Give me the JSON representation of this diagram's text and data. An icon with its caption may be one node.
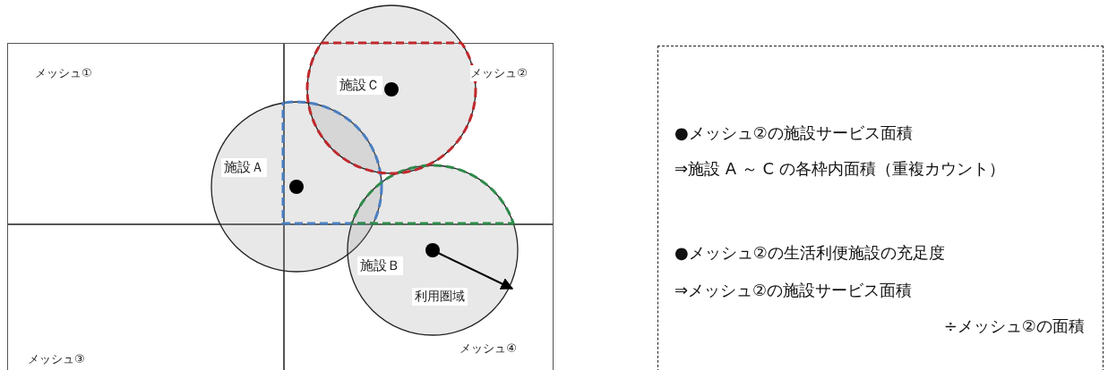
{
  "diagram": {
    "nodes": [
      {
        "text": [
          "メッシュ①"
        ]
      },
      {
        "text": [
          "メッシュ②"
        ]
      },
      {
        "text": [
          "メッシュ③"
        ]
      },
      {
        "text": [
          "メッシュ④"
        ]
      },
      {
        "text": [
          "施設Ａ"
        ]
      },
      {
        "text": [
          "施設Ｂ"
        ]
      },
      {
        "text": [
          "施設Ｃ"
        ]
      },
      {
        "text": [
          "●メッシュ②の施設サービス面積",
          "⇒施設 A ～ C の各枠内面積（重複カウント）",
          "●メッシュ②の生活利便施設の充足度",
          "⇒メッシュ②の施設サービス面積",
          "÷メッシュ②の面積"
        ]
      }
    ],
    "edges": [],
    "labels": [
      "利用圏域"
    ]
  }
}
